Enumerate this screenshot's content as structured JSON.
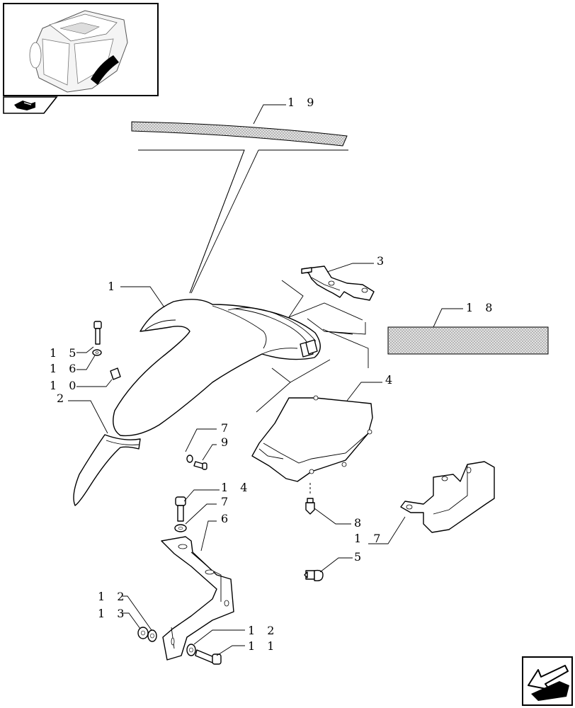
{
  "callouts": {
    "c1": "1",
    "c2": "2",
    "c3": "3",
    "c4": "4",
    "c5": "5",
    "c6": "6",
    "c7a": "7",
    "c7b": "7",
    "c8": "8",
    "c9": "9",
    "c10": "1 0",
    "c11": "1 1",
    "c12a": "1 2",
    "c12b": "1 2",
    "c13": "1 3",
    "c14": "1 4",
    "c15": "1 5",
    "c16": "1 6",
    "c17": "1 7",
    "c18": "1 8",
    "c19": "1 9"
  },
  "icons": {
    "thumbnail": "cab-thumbnail-icon",
    "book": "book-icon",
    "navigation": "next-page-arrow-icon"
  }
}
